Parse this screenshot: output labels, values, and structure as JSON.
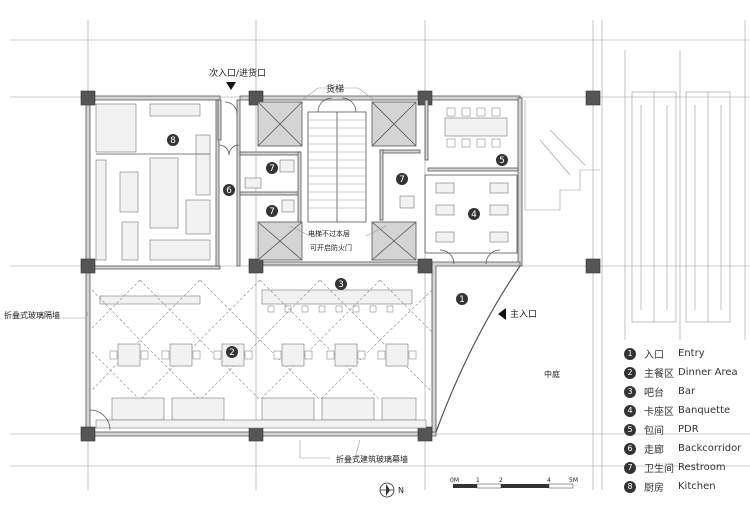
{
  "labels": {
    "side_entrance": "次入口/进货口",
    "freight_elevator": "货梯",
    "elevator_note": "电梯不过本层",
    "fire_door": "可开启防火门",
    "folding_glass_partition": "折叠式玻璃隔墙",
    "folding_glass_curtain_wall": "折叠式建筑玻璃幕墙",
    "main_entrance": "主入口",
    "atrium": "中庭",
    "north": "N"
  },
  "scale_bar": {
    "ticks": [
      "0M",
      "1",
      "2",
      "4",
      "5M"
    ]
  },
  "legend": [
    {
      "num": "1",
      "cn": "入口",
      "en": "Entry"
    },
    {
      "num": "2",
      "cn": "主餐区",
      "en": "Dinner Area"
    },
    {
      "num": "3",
      "cn": "吧台",
      "en": "Bar"
    },
    {
      "num": "4",
      "cn": "卡座区",
      "en": "Banquette"
    },
    {
      "num": "5",
      "cn": "包间",
      "en": "PDR"
    },
    {
      "num": "6",
      "cn": "走廊",
      "en": "Backcorridor"
    },
    {
      "num": "7",
      "cn": "卫生间",
      "en": "Restroom"
    },
    {
      "num": "8",
      "cn": "厨房",
      "en": "Kitchen"
    }
  ],
  "room_markers": [
    "1",
    "2",
    "3",
    "4",
    "5",
    "6",
    "7",
    "7",
    "7",
    "8"
  ]
}
